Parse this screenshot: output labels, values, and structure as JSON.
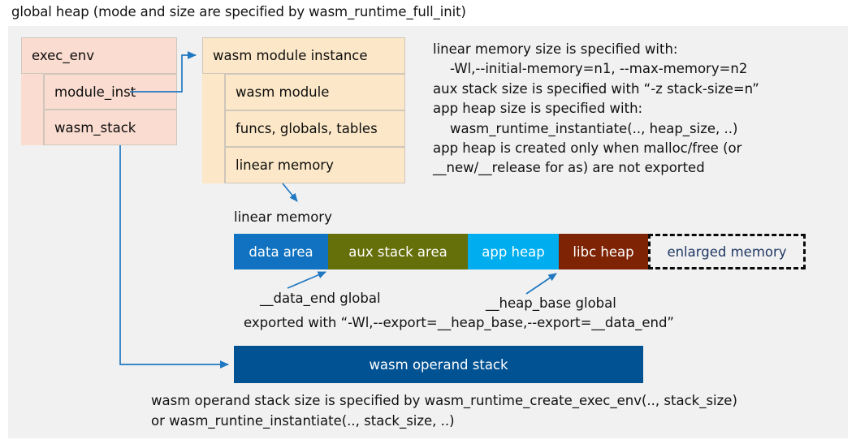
{
  "page": {
    "title": "global heap (mode and size are specified by wasm_runtime_full_init)",
    "background": "#f1f1f1"
  },
  "exec_env_struct": {
    "title": "exec_env",
    "fill": "#fadcd0",
    "fields": [
      {
        "label": "module_inst"
      },
      {
        "label": "wasm_stack"
      }
    ]
  },
  "module_instance_struct": {
    "title": "wasm module instance",
    "fill": "#fce8c8",
    "fields": [
      {
        "label": "wasm module"
      },
      {
        "label": "funcs, globals, tables"
      },
      {
        "label": "linear memory"
      }
    ]
  },
  "right_note": {
    "text": "linear memory size is specified with:\n    -Wl,--initial-memory=n1, --max-memory=n2\naux stack size is specified with “-z stack-size=n”\napp heap size is specified with:\n    wasm_runtime_instantiate(.., heap_size, ..)\napp heap is created only when malloc/free (or\n__new/__release for as) are not exported"
  },
  "linear_memory": {
    "label": "linear memory",
    "segments": [
      {
        "label": "data area",
        "color": "#1072c0",
        "text_color": "#ffffff",
        "style": "solid",
        "width": 116
      },
      {
        "label": "aux stack area",
        "color": "#66700a",
        "text_color": "#ffffff",
        "style": "solid",
        "width": 172
      },
      {
        "label": "app heap",
        "color": "#00aeef",
        "text_color": "#ffffff",
        "style": "solid",
        "width": 112
      },
      {
        "label": "libc heap",
        "color": "#7e2405",
        "text_color": "#ffffff",
        "style": "solid",
        "width": 110
      },
      {
        "label": "enlarged memory",
        "color": "#f1f1f1",
        "text_color": "#1f3864",
        "style": "dashed",
        "width": 194
      }
    ]
  },
  "annotations": {
    "data_end": "__data_end global",
    "heap_base": "__heap_base global",
    "exported": "exported with “-Wl,--export=__heap_base,--export=__data_end”"
  },
  "operand_stack": {
    "label": "wasm operand stack",
    "color": "#005293",
    "text_color": "#ffffff"
  },
  "bottom_note": {
    "text": "wasm operand stack size is specified by wasm_runtime_create_exec_env(.., stack_size)\nor wasm_runtine_instantiate(.., stack_size, ..)"
  },
  "connectors": {
    "color": "#1f78c1",
    "items": [
      {
        "name": "module-inst-to-module-instance"
      },
      {
        "name": "linear-memory-to-memory-bar"
      },
      {
        "name": "data-end-to-data-boundary"
      },
      {
        "name": "heap-base-to-app-heap-boundary"
      },
      {
        "name": "wasm-stack-to-operand-stack"
      }
    ]
  }
}
